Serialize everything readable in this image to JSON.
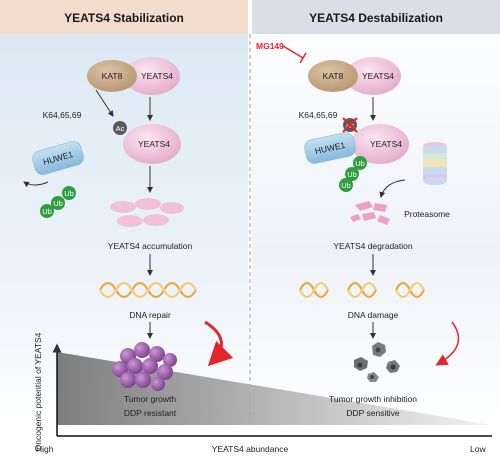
{
  "headers": {
    "left": "YEATS4 Stabilization",
    "right": "YEATS4 Destabilization"
  },
  "left": {
    "kat8": "KAT8",
    "yeats4_top": "YEATS4",
    "sites": "K64,65,69",
    "ac": "Ac",
    "yeats4_mid": "YEATS4",
    "huwe1": "HUWE1",
    "ub": [
      "Ub",
      "Ub",
      "Ub"
    ],
    "accumulation": "YEATS4 accumulation",
    "dna": "DNA repair",
    "outcome1": "Tumor growth",
    "outcome2": "DDP resistant"
  },
  "right": {
    "inhibitor": "MG149",
    "kat8": "KAT8",
    "yeats4_top": "YEATS4",
    "sites": "K64,65,69",
    "ac": "Ac",
    "huwe1": "HUWE1",
    "yeats4_mid": "YEATS4",
    "ub": [
      "Ub",
      "Ub",
      "Ub"
    ],
    "proteasome": "Proteasome",
    "degradation": "YEATS4 degradation",
    "dna": "DNA damage",
    "outcome1": "Tumor growth inhibition",
    "outcome2": "DDP sensitive"
  },
  "axis": {
    "y_label": "Oncogenic potential of YEATS4",
    "x_high": "High",
    "x_mid": "YEATS4 abundance",
    "x_low": "Low"
  },
  "colors": {
    "header_left": "#f2dccd",
    "header_right": "#d8dde6",
    "panel_left_top": "#dde9f4",
    "kat8": "#c7a986",
    "yeats4": "#ecc6dc",
    "huwe1": "#9fcbe6",
    "ub": "#2f9e3f",
    "red": "#e3262c",
    "tumor": "#9a5aa8"
  }
}
